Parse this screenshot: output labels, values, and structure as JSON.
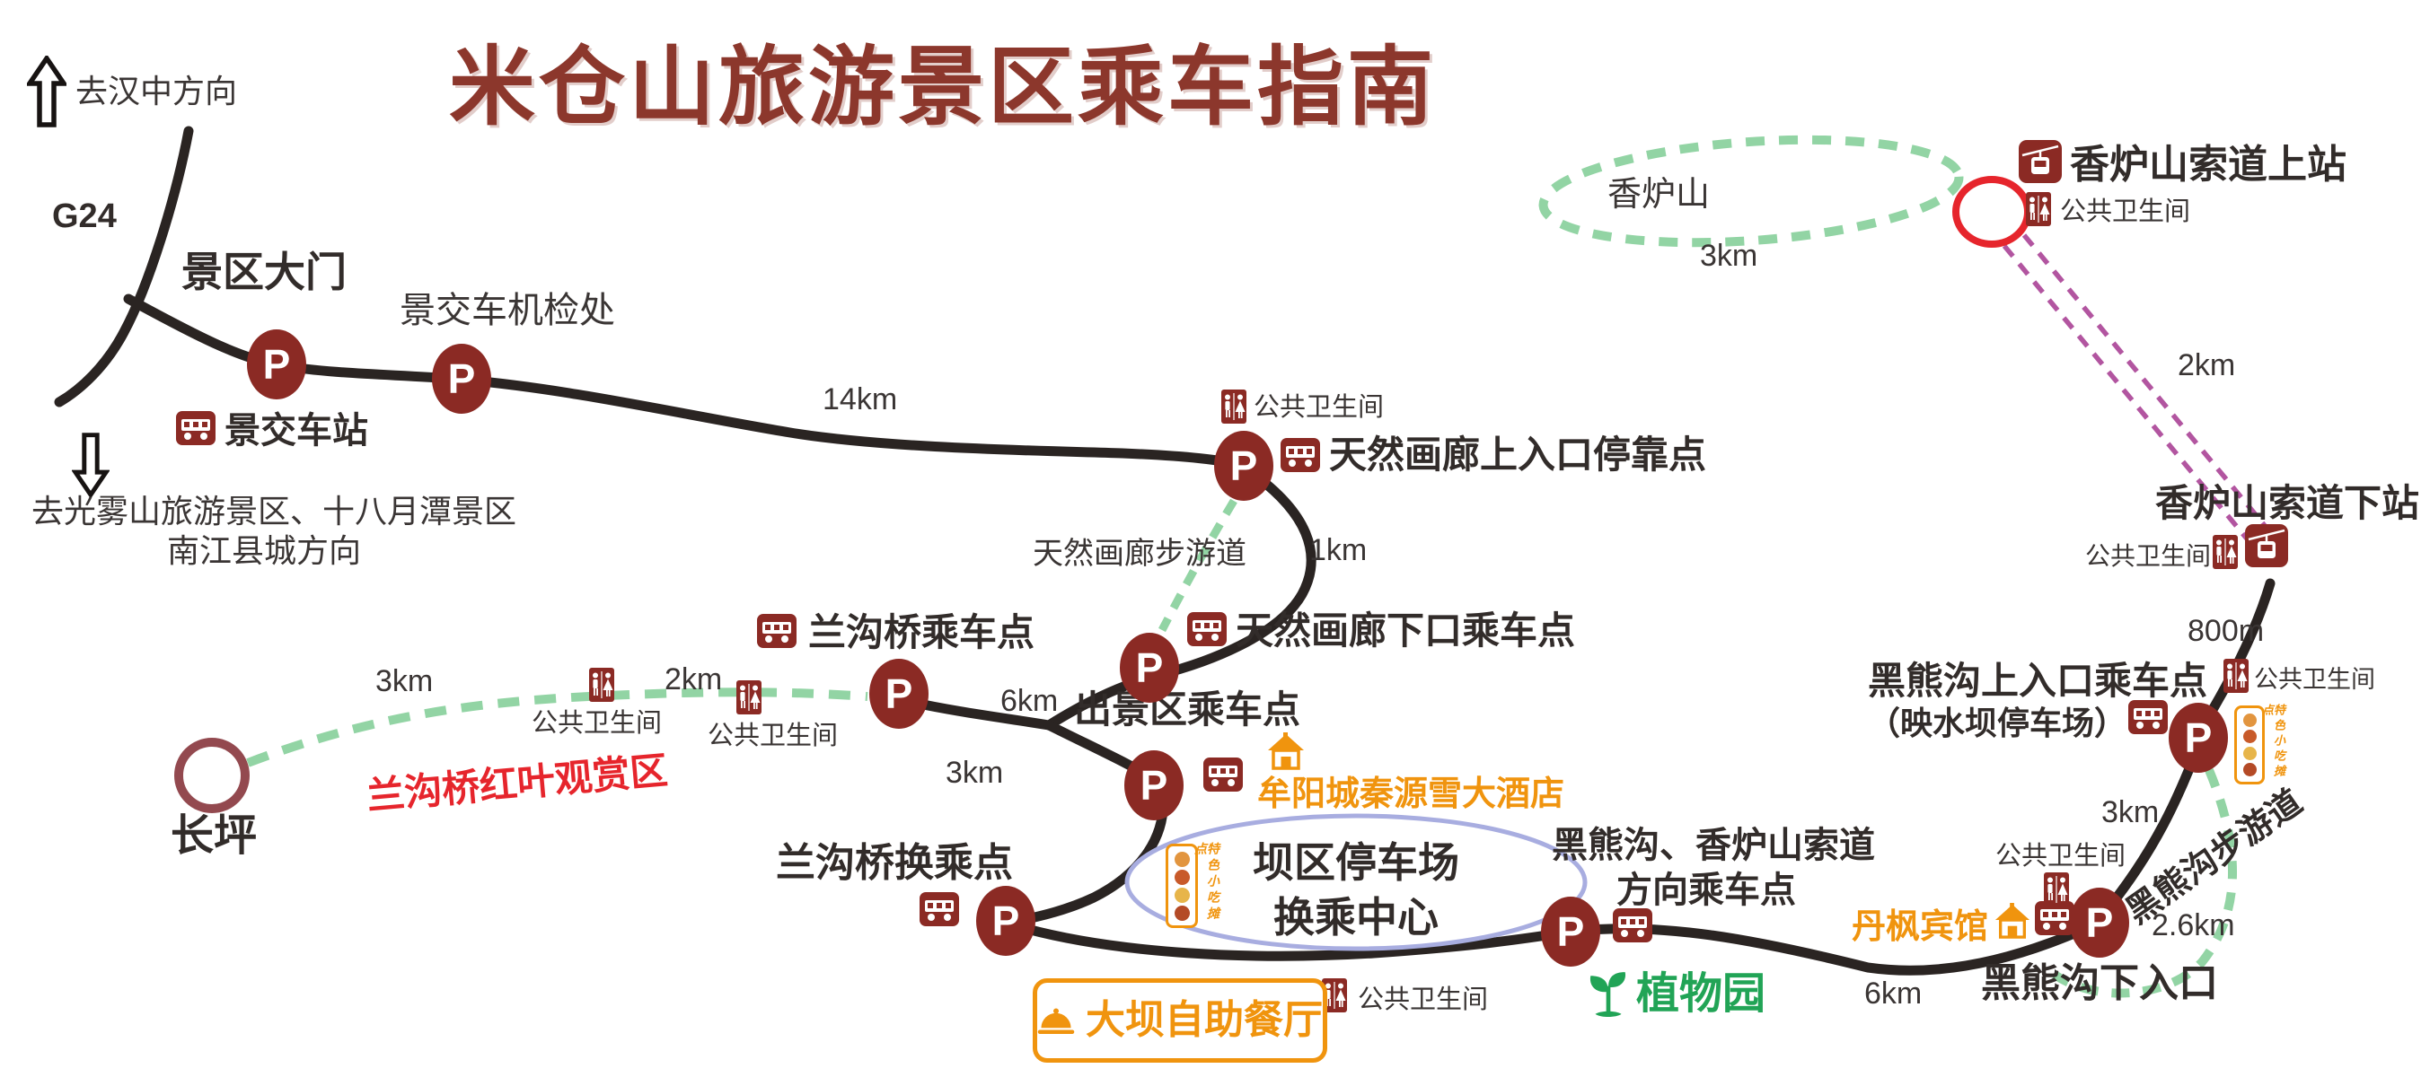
{
  "title": "米仓山旅游景区乘车指南",
  "p_letter": "P",
  "directions": {
    "north": "去汉中方向",
    "road_code": "G24",
    "south_line1": "去光雾山旅游景区、十八月潭景区",
    "south_line2": "南江县城方向"
  },
  "stops": {
    "gate": "景区大门",
    "inspection": "景交车机检处",
    "bus_station": "景交车站",
    "gallery_upper": "天然画廊上入口停靠点",
    "gallery_lower": "天然画廊下口乘车点",
    "langouqiao_board": "兰沟桥乘车点",
    "langouqiao_transfer": "兰沟桥换乘点",
    "exit_stop": "出景区乘车点",
    "dam_line1": "坝区停车场",
    "dam_line2": "换乘中心",
    "direction_line1": "黑熊沟、香炉山索道",
    "direction_line2": "方向乘车点",
    "bear_lower": "黑熊沟下入口",
    "bear_upper_line1": "黑熊沟上入口乘车点",
    "bear_upper_line2": "（映水坝停车场）",
    "cable_upper": "香炉山索道上站",
    "cable_lower": "香炉山索道下站",
    "changping": "长坪",
    "xianglushan": "香炉山"
  },
  "trails": {
    "gallery_trail": "天然画廊步游道",
    "bear_trail": "黑熊沟步游道",
    "redleaf_area": "兰沟桥红叶观赏区"
  },
  "pois": {
    "hotel_muyang": "牟阳城秦源雪大酒店",
    "hotel_danfeng": "丹枫宾馆",
    "restaurant": "大坝自助餐厅",
    "garden": "植物园",
    "snacks": "特色小吃摊点",
    "toilet": "公共卫生间"
  },
  "distances": {
    "road_14": "14km",
    "hook_1": "1km",
    "west_2": "2km",
    "west_3": "3km",
    "mid_6": "6km",
    "mid_3": "3km",
    "bottom_6": "6km",
    "right_3": "3km",
    "bear_trail_2_6": "2.6km",
    "cable_800": "800m",
    "cable_2": "2km",
    "loop_3": "3km"
  },
  "colors": {
    "maroon": "#8b2a24",
    "title_red": "#8c372c",
    "road_black": "#2a2422",
    "trail_green": "#92d4a4",
    "cable_purple": "#b255a0",
    "accent_red": "#e6252c",
    "orange": "#f0940e",
    "garden_green": "#21a456",
    "ellipse_blue": "#a8ade0"
  }
}
